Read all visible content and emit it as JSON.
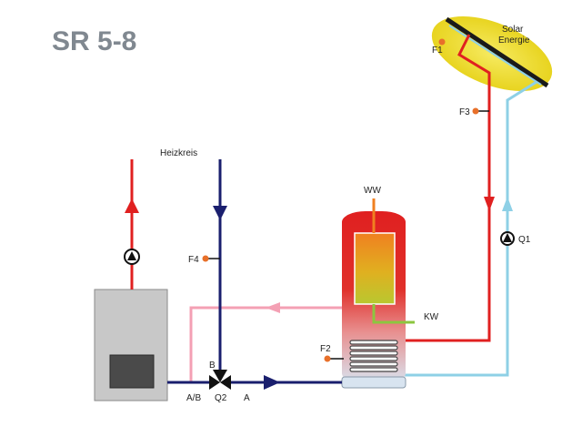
{
  "diagram": {
    "title": "SR 5-8",
    "labels": {
      "solar": "Solar",
      "energie": "Energie",
      "heizkreis": "Heizkreis",
      "ww": "WW",
      "kw": "KW",
      "f1": "F1",
      "f2": "F2",
      "f3": "F3",
      "f4": "F4",
      "q1": "Q1",
      "q2": "Q2",
      "a": "A",
      "b": "B",
      "ab": "A/B"
    },
    "colors": {
      "title": "#808890",
      "hot_pipe": "#e02020",
      "cold_pipe": "#1a1f6e",
      "return_pipe": "#f4a0b4",
      "solar_return_pipe": "#8ed0e6",
      "cold_water_pipe": "#8cc63f",
      "collector_glow": "#f2e03a",
      "boiler_body": "#c8c8c8",
      "sensor": "#e8702a"
    }
  }
}
